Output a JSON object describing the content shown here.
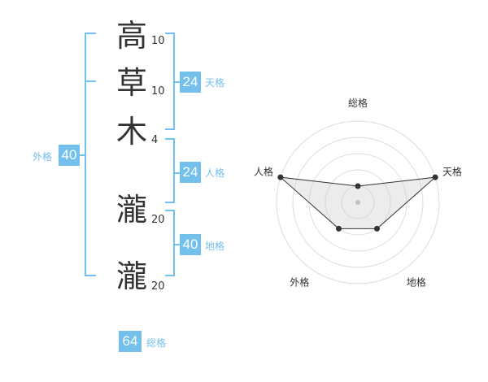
{
  "name_chars": [
    {
      "char": "高",
      "strokes": "10"
    },
    {
      "char": "草",
      "strokes": "10"
    },
    {
      "char": "木",
      "strokes": "4"
    },
    {
      "char": "瀧",
      "strokes": "20"
    },
    {
      "char": "瀧",
      "strokes": "20"
    }
  ],
  "scores": {
    "tenkaku": {
      "value": "24",
      "label": "天格"
    },
    "jinkaku": {
      "value": "24",
      "label": "人格"
    },
    "chikaku": {
      "value": "40",
      "label": "地格"
    },
    "gaikaku": {
      "value": "40",
      "label": "外格"
    },
    "soukaku": {
      "value": "64",
      "label": "総格"
    }
  },
  "colors": {
    "accent": "#74c0ec",
    "text": "#333333",
    "grid": "#dddddd"
  },
  "chart_data": {
    "type": "radar",
    "axes": [
      "総格",
      "天格",
      "地格",
      "外格",
      "人格"
    ],
    "values": [
      1,
      5,
      2,
      2,
      5
    ],
    "rmax": 5
  }
}
